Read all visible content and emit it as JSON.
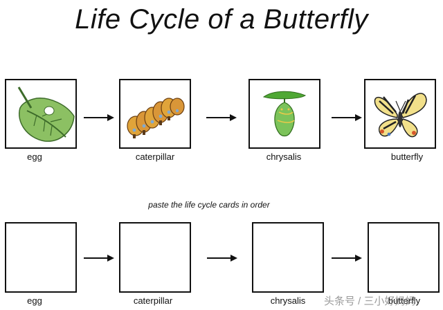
{
  "title": "Life Cycle of a Butterfly",
  "top_row": {
    "stages": [
      {
        "label": "egg",
        "icon": "leaf-with-egg-icon"
      },
      {
        "label": "caterpillar",
        "icon": "caterpillar-icon"
      },
      {
        "label": "chrysalis",
        "icon": "chrysalis-icon"
      },
      {
        "label": "butterfly",
        "icon": "butterfly-icon"
      }
    ]
  },
  "instruction": "paste the life cycle cards in order",
  "bottom_row": {
    "stages": [
      {
        "label": "egg"
      },
      {
        "label": "caterpillar"
      },
      {
        "label": "chrysalis"
      },
      {
        "label": "butterfly"
      }
    ]
  },
  "watermark": "头条号 / 三小好妈妈",
  "colors": {
    "leaf": "#8cc063",
    "caterpillar_body": "#e0a43a",
    "chrysalis": "#7cc35a",
    "butterfly_wing": "#f2e08a"
  }
}
